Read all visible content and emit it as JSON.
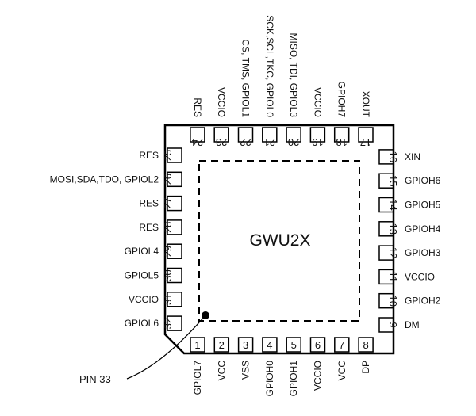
{
  "chip_name": "GWU2X",
  "pin33_label": "PIN 33",
  "pins_bottom": [
    {
      "num": "1",
      "name": "GPIOL7"
    },
    {
      "num": "2",
      "name": "VCC"
    },
    {
      "num": "3",
      "name": "VSS"
    },
    {
      "num": "4",
      "name": "GPIOH0"
    },
    {
      "num": "5",
      "name": "GPIOH1"
    },
    {
      "num": "6",
      "name": "VCCIO"
    },
    {
      "num": "7",
      "name": "VCC"
    },
    {
      "num": "8",
      "name": "DP"
    }
  ],
  "pins_right": [
    {
      "num": "9",
      "name": "DM"
    },
    {
      "num": "10",
      "name": "GPIOH2"
    },
    {
      "num": "11",
      "name": "VCCIO"
    },
    {
      "num": "12",
      "name": "GPIOH3"
    },
    {
      "num": "13",
      "name": "GPIOH4"
    },
    {
      "num": "14",
      "name": "GPIOH5"
    },
    {
      "num": "15",
      "name": "GPIOH6"
    },
    {
      "num": "16",
      "name": "XIN"
    }
  ],
  "pins_top": [
    {
      "num": "17",
      "name": "XOUT"
    },
    {
      "num": "18",
      "name": "GPIOH7"
    },
    {
      "num": "19",
      "name": "VCCIO"
    },
    {
      "num": "20",
      "name": "MISO, TDI, GPIOL3"
    },
    {
      "num": "21",
      "name": "SCK,SCL,TKC, GPIOL0"
    },
    {
      "num": "22",
      "name": "CS, TMS, GPIOL1"
    },
    {
      "num": "23",
      "name": "VCCIO"
    },
    {
      "num": "24",
      "name": "RES"
    }
  ],
  "pins_left": [
    {
      "num": "25",
      "name": "RES"
    },
    {
      "num": "26",
      "name": "MOSI,SDA,TDO, GPIOL2"
    },
    {
      "num": "27",
      "name": "RES"
    },
    {
      "num": "28",
      "name": "RES"
    },
    {
      "num": "29",
      "name": "GPIOL4"
    },
    {
      "num": "30",
      "name": "GPIOL5"
    },
    {
      "num": "31",
      "name": "VCCIO"
    },
    {
      "num": "32",
      "name": "GPIOL6"
    }
  ]
}
